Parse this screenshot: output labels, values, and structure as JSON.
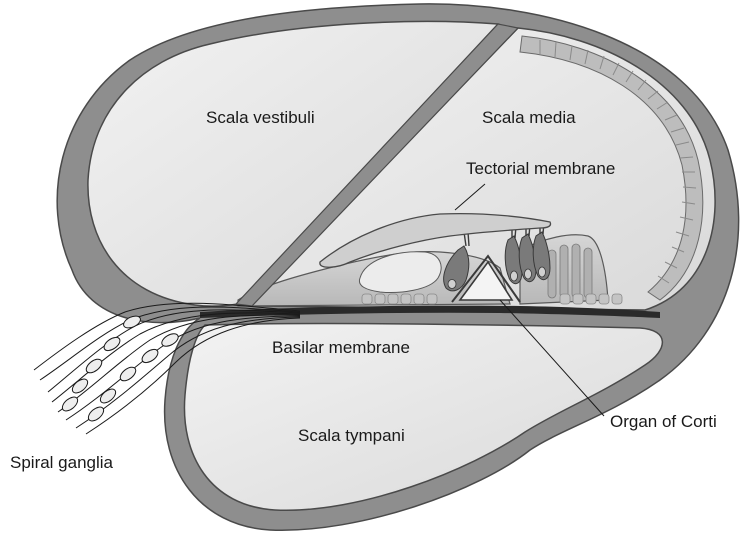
{
  "labels": {
    "scala_vestibuli": "Scala vestibuli",
    "scala_media": "Scala media",
    "tectorial_membrane": "Tectorial membrane",
    "basilar_membrane": "Basilar membrane",
    "organ_of_corti": "Organ of Corti",
    "scala_tympani": "Scala tympani",
    "spiral_ganglia": "Spiral ganglia"
  },
  "colors": {
    "outline": "#555555",
    "wall": "#8c8c8c",
    "chamber_fill": "#e8e8e8",
    "tissue_fill": "#c8c8c8",
    "text": "#1a1a1a"
  }
}
